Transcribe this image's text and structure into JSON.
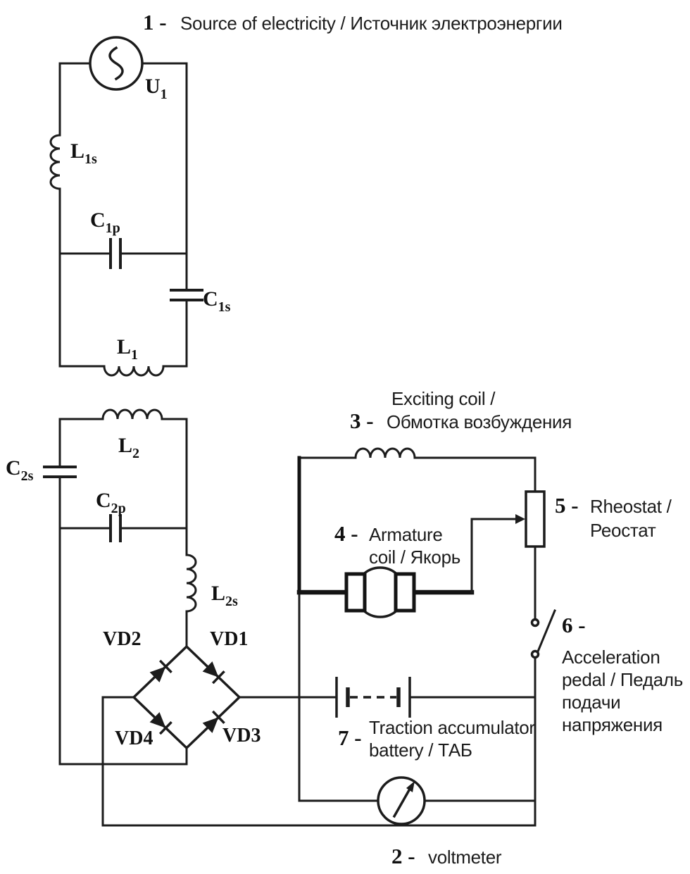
{
  "page": {
    "background": "#ffffff",
    "line_color": "#1c1c1c"
  },
  "components": {
    "source_voltage": {
      "base": "U",
      "sub": "1"
    },
    "l1s": {
      "base": "L",
      "sub": "1s"
    },
    "c1p": {
      "base": "C",
      "sub": "1p"
    },
    "c1s": {
      "base": "C",
      "sub": "1s"
    },
    "l1": {
      "base": "L",
      "sub": "1"
    },
    "l2": {
      "base": "L",
      "sub": "2"
    },
    "c2s": {
      "base": "C",
      "sub": "2s"
    },
    "c2p": {
      "base": "C",
      "sub": "2p"
    },
    "l2s": {
      "base": "L",
      "sub": "2s"
    },
    "vd1": "VD1",
    "vd2": "VD2",
    "vd3": "VD3",
    "vd4": "VD4"
  },
  "annotations": {
    "source": {
      "num": "1 -",
      "text": "Source of electricity / Источник электроэнергии"
    },
    "voltmeter": {
      "num": "2 -",
      "text": "voltmeter"
    },
    "exciting_coil": {
      "num": "3 -",
      "line1": "Exciting coil /",
      "line2": "Обмотка возбуждения"
    },
    "armature": {
      "num": "4 -",
      "line1": "Armature",
      "line2": "coil / Якорь"
    },
    "rheostat": {
      "num": "5 -",
      "line1": "Rheostat /",
      "line2": "Реостат"
    },
    "pedal": {
      "num": "6 -",
      "line1": "Acceleration",
      "line2": "pedal / Педаль",
      "line3": "подачи",
      "line4": "напряжения"
    },
    "battery": {
      "num": "7 -",
      "line1": "Traction accumulator",
      "line2": "battery / ТАБ"
    }
  }
}
